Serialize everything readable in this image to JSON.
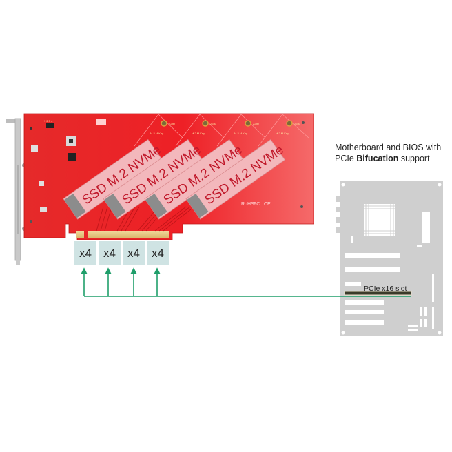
{
  "caption": {
    "line1": "Motherboard and BIOS with",
    "line2_prefix": "PCIe ",
    "line2_bold": "Bifucation",
    "line2_suffix": " support"
  },
  "card": {
    "ssd_labels": [
      "SSD M.2 NVMe",
      "SSD M.2 NVMe",
      "SSD M.2 NVMe",
      "SSD M.2 NVMe"
    ],
    "slot_key_labels": [
      "M.2 M Key",
      "M.2 M Key",
      "M.2 M Key",
      "M.2 M Key"
    ],
    "size_labels_top": [
      "2280",
      "2280",
      "2280",
      "2280"
    ],
    "size_labels_mid": [
      "2280",
      "2280",
      "2280",
      "2280"
    ],
    "certifications": [
      "RoHS",
      "FC",
      "CE"
    ],
    "header_pins": "1 2 3 4",
    "colors": {
      "pcb": "#e8202a",
      "ssd": "#f3b8bc",
      "gold_fingers": "#e8c98a",
      "bracket": "#c8c8c8"
    }
  },
  "lanes": {
    "labels": [
      "x4",
      "x4",
      "x4",
      "x4"
    ],
    "box_color": "#cfe3e3",
    "connector_color": "#1f9e6a"
  },
  "motherboard": {
    "slot_label": "PCIe x16 slot",
    "board_color": "#cfcfcf"
  }
}
